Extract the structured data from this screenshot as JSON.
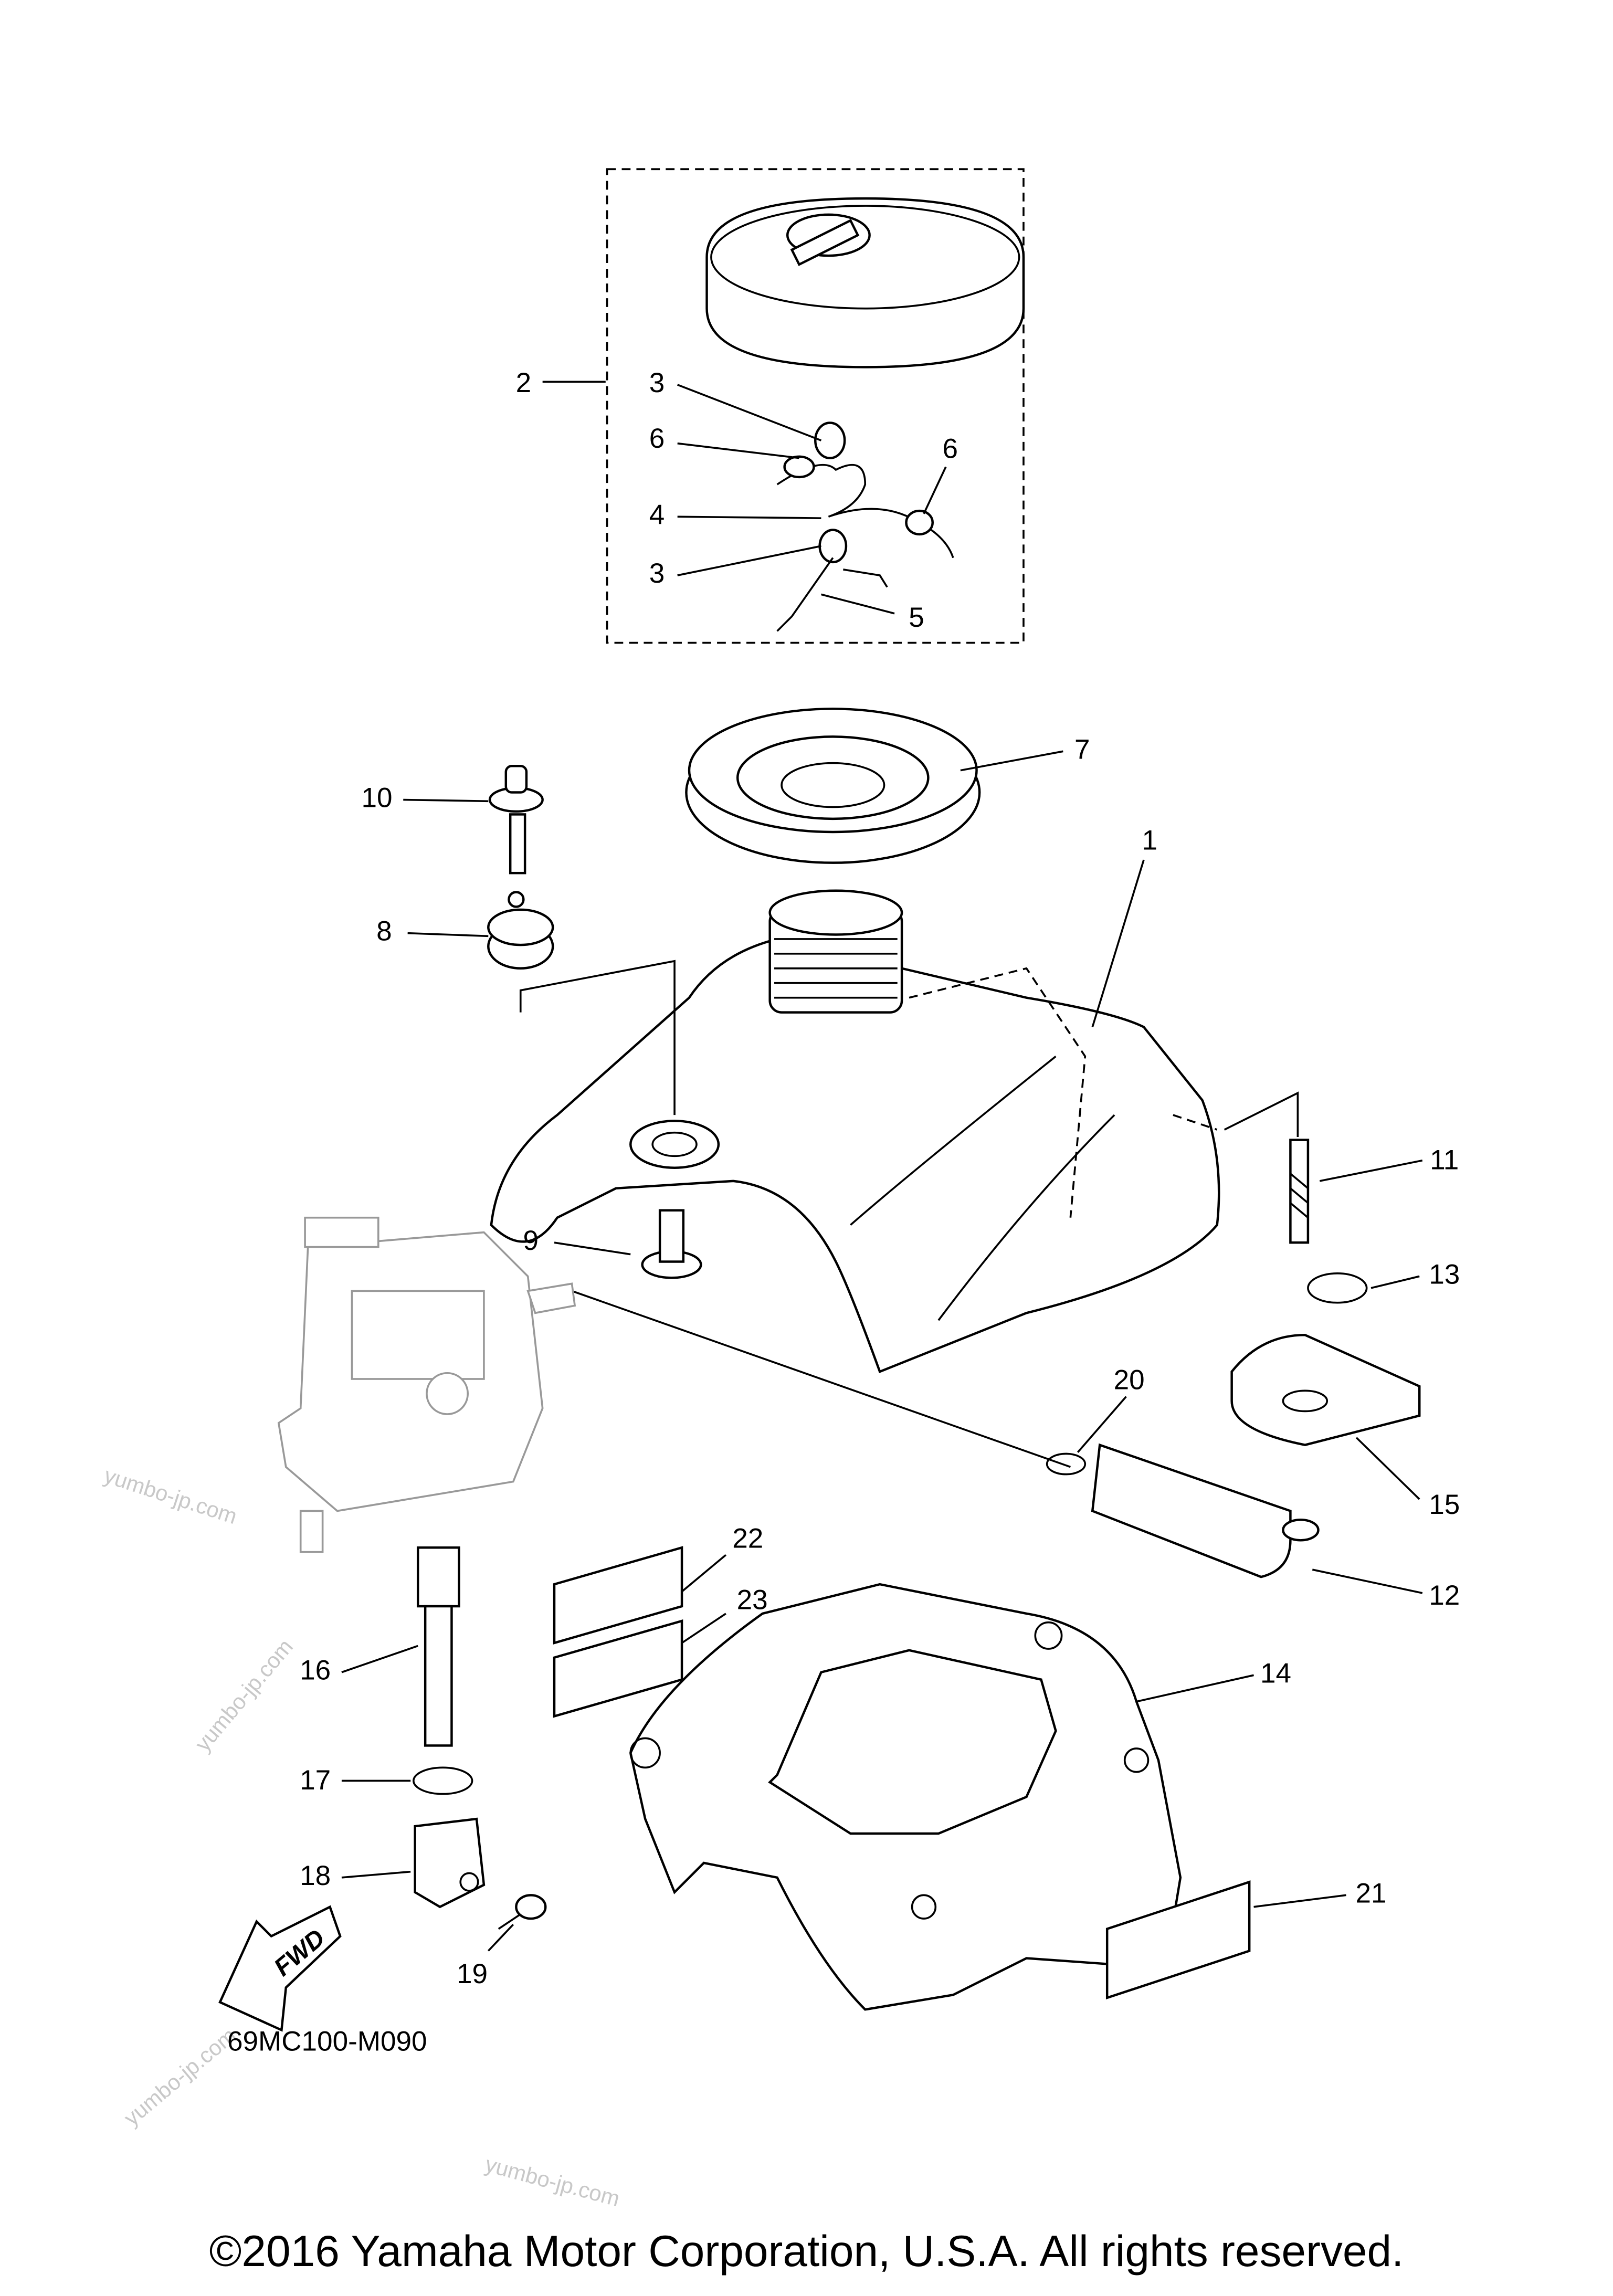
{
  "diagram": {
    "part_labels": [
      "2",
      "3",
      "6",
      "6",
      "4",
      "3",
      "5",
      "7",
      "10",
      "1",
      "8",
      "11",
      "9",
      "13",
      "20",
      "15",
      "22",
      "23",
      "12",
      "14",
      "16",
      "17",
      "18",
      "21",
      "19"
    ],
    "fwd_arrow_text": "FWD",
    "diagram_code": "69MC100-M090",
    "copyright": "©2016 Yamaha Motor Corporation, U.S.A. All rights reserved.",
    "watermark": "yumbo-jp.com"
  }
}
